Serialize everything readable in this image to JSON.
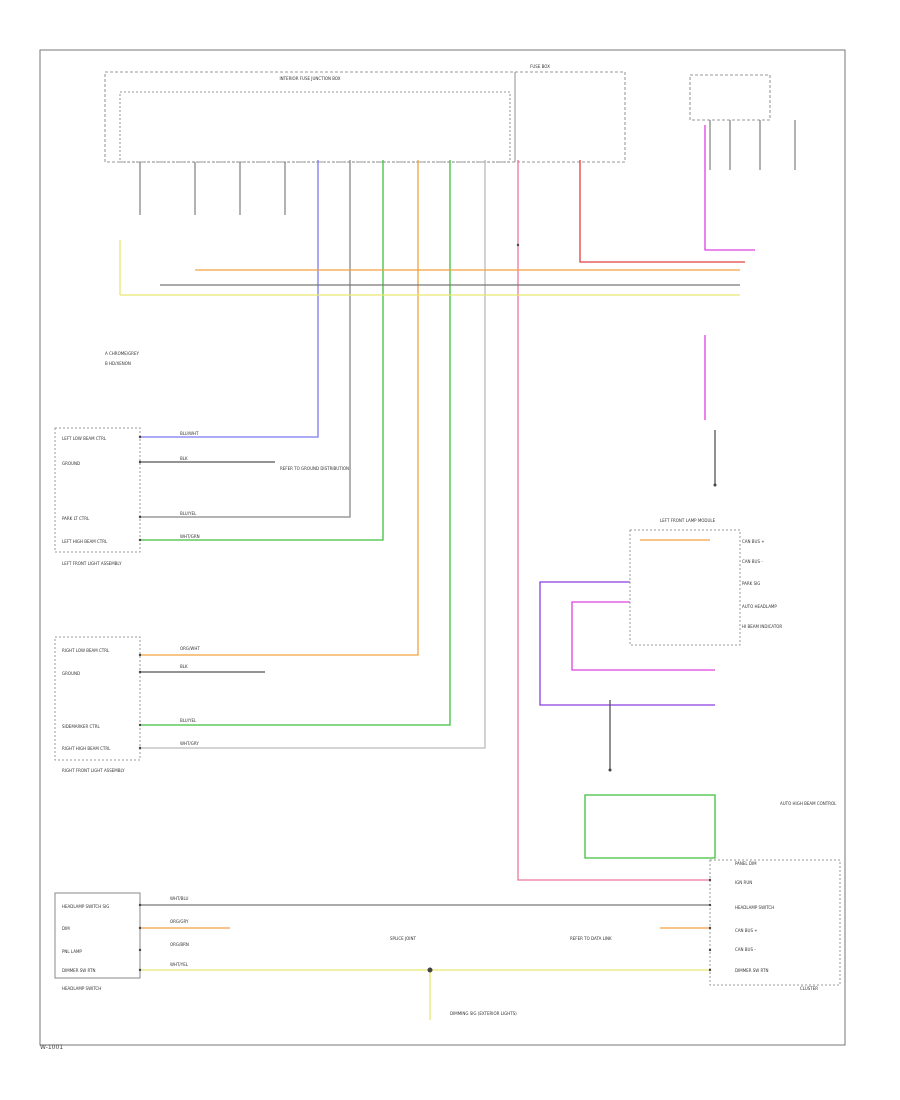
{
  "diagram": {
    "footer_code": "W-1001",
    "cluster_label": "CLUSTER",
    "lamp_module_title": "LEFT FRONT LAMP MODULE",
    "legend": [
      "A  CHROME/GREY",
      "B  HD/XENON"
    ],
    "left_lamp": {
      "assembly_label": "LEFT FRONT LIGHT ASSEMBLY",
      "pins": [
        "LEFT LOW BEAM CTRL",
        "GROUND",
        "PARK LT CTRL",
        "LEFT HIGH BEAM CTRL"
      ],
      "wire_labels": [
        "BLU/WHT",
        "BLK",
        "BLU/YEL",
        "WHT/GRN"
      ]
    },
    "right_lamp": {
      "assembly_label": "RIGHT FRONT LIGHT ASSEMBLY",
      "pins": [
        "RIGHT LOW BEAM CTRL",
        "GROUND",
        "SIDEMARKER CTRL",
        "RIGHT HIGH BEAM CTRL"
      ],
      "wire_labels": [
        "ORG/WHT",
        "BLK",
        "BLU/YEL",
        "WHT/GRY"
      ]
    },
    "headlamp_switch": {
      "label": "HEADLAMP SWITCH",
      "pins": [
        "HEADLAMP SWITCH SIG",
        "DIM",
        "PNL LAMP",
        "DIMMER SW RTN"
      ],
      "wire_labels": [
        "WHT/BLU",
        "ORG/GRY",
        "ORG/BRN",
        "WHT/YEL"
      ]
    },
    "cluster_pins": [
      "PANEL DIM",
      "IGN RUN",
      "HEADLAMP SWITCH",
      "CAN BUS +",
      "CAN BUS -",
      "DIMMER SW RTN"
    ],
    "right_module_pins": [
      "CAN BUS +",
      "CAN BUS -",
      "PARK SIG",
      "AUTO HEADLAMP",
      "HI BEAM INDICATOR"
    ],
    "notes": {
      "ground_note": "REFER TO GROUND DISTRIBUTION",
      "data_link_note": "REFER TO DATA LINK",
      "steering_note": "AUTO HIGH BEAM CONTROL",
      "splice_note": "SPLICE JOINT",
      "fuse_note": "FUSE BOX",
      "junction_note": "INTERIOR FUSE JUNCTION BOX",
      "cluster_dim": "DIMMING SIG (EXTERIOR LIGHTS)"
    }
  },
  "colors": {
    "blue": "#7a7af0",
    "gray": "#888888",
    "orange": "#f5a040",
    "green": "#3ec03e",
    "yellow": "#e8e870",
    "pink": "#ee7799",
    "magenta": "#e040e0",
    "purple": "#8a3fe0",
    "red": "#e04040"
  }
}
